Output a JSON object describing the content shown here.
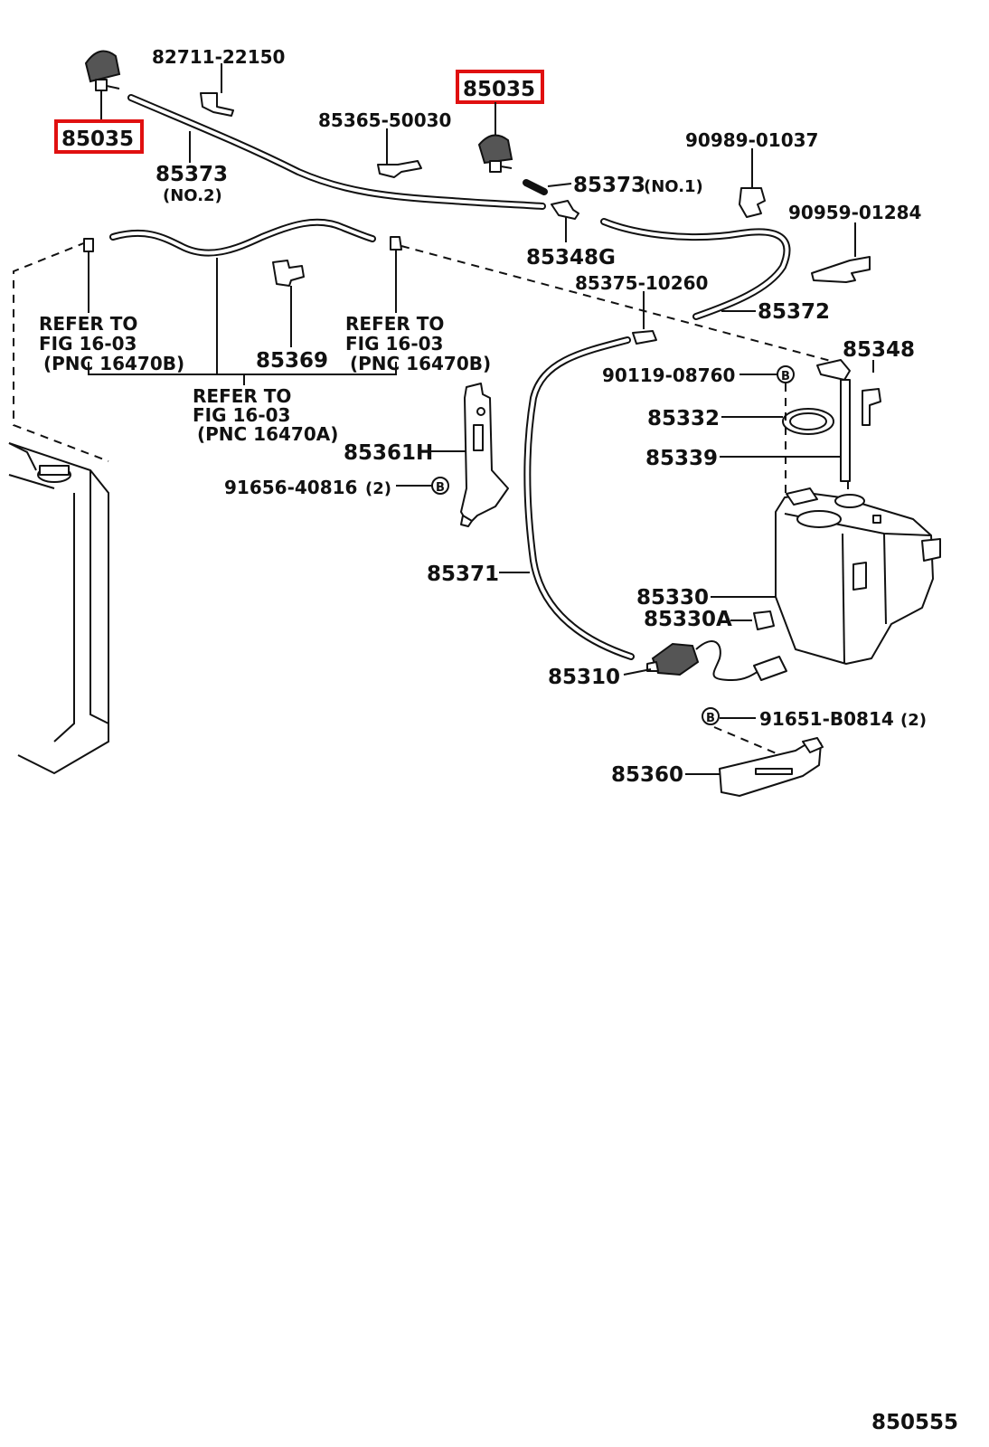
{
  "labels": {
    "nozzle_left": "85035",
    "nozzle_right": "85035",
    "clip_82711": "82711-22150",
    "hose_85373_no2": "85373",
    "hose_85373_no2_sub": "(NO.2)",
    "clip_85365": "85365-50030",
    "hose_85373_no1": "85373",
    "hose_85373_no1_sub": "(NO.1)",
    "joint_85348g": "85348G",
    "clip_90989": "90989-01037",
    "clip_90959": "90959-01284",
    "hose_85372": "85372",
    "valve_85375": "85375-10260",
    "refer_left_1": "REFER TO",
    "refer_left_2": "FIG 16-03",
    "refer_left_3": "(PNC 16470B)",
    "clip_85369": "85369",
    "refer_right_1": "REFER TO",
    "refer_right_2": "FIG 16-03",
    "refer_right_3": "(PNC 16470B)",
    "refer_center_1": "REFER TO",
    "refer_center_2": "FIG 16-03",
    "refer_center_3": "(PNC 16470A)",
    "joint_85348": "85348",
    "bolt_90119": "90119-08760",
    "gasket_85332": "85332",
    "pipe_85339": "85339",
    "bracket_85361h": "85361H",
    "bolt_91656": "91656-40816",
    "bolt_91656_qty": "(2)",
    "hose_85371": "85371",
    "jar_85330": "85330",
    "grommet_85330a": "85330A",
    "motor_85310": "85310",
    "bolt_91651": "91651-B0814",
    "bolt_91651_qty": "(2)",
    "bracket_85360": "85360",
    "figure_number": "850555"
  },
  "colors": {
    "highlight": "#e01010",
    "ink": "#111111",
    "paper": "#ffffff"
  },
  "icons": {
    "bolt_marker": "circled-b-icon"
  }
}
